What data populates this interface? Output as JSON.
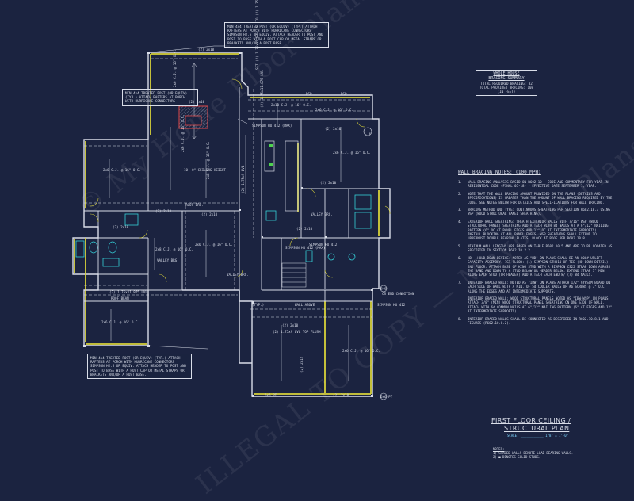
{
  "colors": {
    "background": "#1b2340",
    "line": "#d9dde8",
    "wall_highlight": "#d8d23a",
    "fixture": "#35d0d8",
    "hatch": "#e04a4a",
    "green": "#4fd24f"
  },
  "top_note": "MIN 4x4 TREATED POST (OR EQUIV) (TYP.) ATTACH RAFTERS AT PORCH WITH HURRICANE CONNECTORS SIMPSON H2.5 OR EQUIV. ATTACH HEADER TO POST AND POST TO BASE WITH A POST CAP OR METAL STRAPS OR BRACKETS AND/OR A POST BASE.",
  "left_note_top": "MIN 4x4 TREATED POST (OR EQUIV) (TYP.) ATTACH RAFTERS AT PORCH WITH HURRICANE CONNECTORS",
  "left_note_bottom": "MIN 4x4 TREATED POST (OR EQUIV) (TYP.) ATTACH RAFTERS AT PORCH WITH HURRICANE CONNECTORS SIMPSON H2.5 OR EQUIV. ATTACH HEADER TO POST AND POST TO BASE WITH A POST CAP OR METAL STRAPS OR BRACKETS AND/OR A POST BASE.",
  "summary": {
    "title_1": "WHOLE HOUSE",
    "title_2": "BRACING SUMMARY",
    "line_1": "TOTAL REQUIRED BRACING: 32",
    "line_2": "TOTAL PROVIDED BRACING: 108",
    "line_3": "(IN FEET)"
  },
  "wall_bracing_notes": {
    "title": "WALL BRACING NOTES: (100 MPH)",
    "items": [
      {
        "n": "1.",
        "text": "WALL BRACING ANALYSIS BASED ON R602.10 - CODE AND COMMENTARY FOR YEAR IN RESIDENTIAL CODE (FINAL 05-18) - EFFECTIVE DATE SEPTEMBER 1, YEAR."
      },
      {
        "n": "2.",
        "text": "NOTE THAT THE WALL BRACING AMOUNT PROVIDED ON THE PLANS (DETAILS AND SPECIFICATIONS) IS GREATER THAN THE AMOUNT OF WALL BRACING REQUIRED BY THE CODE. SEE NOTES BELOW FOR DETAILS AND SPECIFICATIONS FOR WALL BRACING."
      },
      {
        "n": "3.",
        "text": "BRACING METHOD AND TYPE: CONTINUOUS SHEATHING PER SECTION R602.10.3 USING WSP (WOOD STRUCTURAL PANEL SHEATHING)."
      },
      {
        "n": "4.",
        "text": "EXTERIOR WALL SHEATHING: SHEATH EXTERIOR WALLS WITH 7/16\" WSP (WOOD STRUCTURAL PANEL) SHEATHING AND ATTACH WITH 8d NAILS AT A 6\"/12\" NAILING PATTERN (6\" OC AT PANEL EDGES AND 12\" OC AT INTERMEDIATE SUPPORTS). INSTALL BLOCKING AT ALL PANEL EDGES. WSP SHEATHING SHALL EXTEND TO UPPERMOST DOUBLE BEARING PLATES. BLOCK AT ROOF PER R602.10.8."
      },
      {
        "n": "5.",
        "text": "MINIMUM WALL LENGTHS ARE BASED ON TABLE R602.10.5 AND ARE TO BE LOCATED AS SPECIFIED IN SECTION R602.10.2.2."
      },
      {
        "n": "6.",
        "text": "HD - HOLD DOWN DEVICE: NOTED AS \"HD\" ON PLANS SHALL BE AN 800# UPLIFT CAPACITY ASSEMBLY.",
        "extra": "1ST FLOOR: (1) SIMPSON STHD10 OR TIE (HD DOWN DETAIL). 2ND FLOOR: ATTACH BASE OF KING STUD WITH A SIMPSON CS22 STRAP DOWN ACROSS THE BAND AND DOWN TO A STUD BELOW OR HEADER BELOW. EXTEND STRAP 7\" MIN. ALONG EACH STUD (OR HEADER) AND ATTACH EACH END W/ (7) 8d NAILS."
      },
      {
        "n": "7.",
        "text": "INTERIOR BRACED WALL: NOTED AS \"IBW\" ON PLANS ATTACH 1/2\" GYPSUM BOARD ON EACH SIDE OF WALL WITH A MIN. OF 5d COOLER NAILS OR #6 SCREWS @ 7\" O.C. ALONG THE EDGES AND AT INTERMEDIATE SUPPORTS."
      },
      {
        "n": "",
        "text": "INTERIOR BRACED WALL: WOOD STRUCTURAL PANELS NOTED AS \"IBW-WSP\" ON PLANS ATTACH 3/8\" (MIN) WOOD STRUCTURAL PANEL SHEATHING ON ONE SIDE OF WALL. ATTACH WITH 6d COMMON NAILS AT 6\"/12\" NAILING PATTERN (6\" AT EDGES AND 12\" AT INTERMEDIATE SUPPORTS)."
      },
      {
        "n": "8.",
        "text": "INTERIOR BRACED WALLS SHALL BE CONNECTED AS DESCRIBED IN R602.10.8.1 AND FIGURES (R602.10.8.2)."
      }
    ]
  },
  "plan_title_1": "FIRST FLOOR CEILING /",
  "plan_title_2": "STRUCTURAL PLAN",
  "scale": "SCALE: ____________ 1/8\" = 1'-0\"",
  "legend": {
    "head": "NOTES:",
    "line_1": "1) SHADED WALLS DENOTE LOAD BEARING WALLS.",
    "line_2": "2) ■ DENOTES SOLID STUDS."
  },
  "watermark_1": "© My Home Floor Plans ® Constructions",
  "watermark_2": "ILLEGAL TO COPY — Maybelle Plans",
  "labels": [
    {
      "id": "joist-top",
      "t": "(2) 2x10"
    },
    {
      "id": "joist-top2",
      "t": "2x6 C.J. @ 16\" O.C."
    },
    {
      "id": "lvl-a",
      "t": "SET (2) 1.75x11.875 LVL TO (2) 1.75x9 LVL"
    },
    {
      "id": "simpson-a",
      "t": "SIMPSON HU 412 (MAX)"
    },
    {
      "id": "lvl-b",
      "t": "(2) 1.75x11.875 LVL"
    },
    {
      "id": "dsp1",
      "t": "DSP"
    },
    {
      "id": "dsp2",
      "t": "DSP"
    },
    {
      "id": "cj-a",
      "t": "2x10 C.J. @ 16\" O.C."
    },
    {
      "id": "cj-b",
      "t": "2x6 C.J. @ 16\" O.C."
    },
    {
      "id": "cj-c",
      "t": "2x6 C.J. @ 16\" O.C."
    },
    {
      "id": "cj-d",
      "t": "2x8 C.J. @ 16\" O.C."
    },
    {
      "id": "cj-e",
      "t": "2x6 C.J. @ 16\" O.C."
    },
    {
      "id": "ceil",
      "t": "10'-0\" CEILING HEIGHT"
    },
    {
      "id": "two10-a",
      "t": "(2) 2x10"
    },
    {
      "id": "two10-b",
      "t": "(2) 2x10"
    },
    {
      "id": "two10-c",
      "t": "(2) 2x10"
    },
    {
      "id": "two10-d",
      "t": "(2) 2x10"
    },
    {
      "id": "two10-e",
      "t": "(2) 2x10"
    },
    {
      "id": "two10-f",
      "t": "(2) 2x10"
    },
    {
      "id": "two10-g",
      "t": "(2) 2x10"
    },
    {
      "id": "lvl-c",
      "t": "(2) 1.75x11.875 LVL"
    },
    {
      "id": "lvl-d",
      "t": "(2) 1.75x9 LVL"
    },
    {
      "id": "roof-brg",
      "t": "ROOF BRG."
    },
    {
      "id": "valley-a",
      "t": "VALLEY BRG."
    },
    {
      "id": "valley-b",
      "t": "VALLEY BRG."
    },
    {
      "id": "valley-c",
      "t": "VALLEY BRG."
    },
    {
      "id": "simpson-b",
      "t": "SIMPSON HU 412"
    },
    {
      "id": "simpson-c",
      "t": "SIMPSON HU 412 (MAX)"
    },
    {
      "id": "simpson-d",
      "t": "SIMPSON HU 412"
    },
    {
      "id": "roof-beam",
      "t": "ROOF BEAM"
    },
    {
      "id": "wall-above",
      "t": "WALL ABOVE"
    },
    {
      "id": "top-flush",
      "t": "(2) 1.75x9 LVL TOP FLUSH"
    },
    {
      "id": "cs-end",
      "t": "CS END CONDITION"
    },
    {
      "id": "typ",
      "t": "(TYP.)"
    },
    {
      "id": "cj-f",
      "t": "2x6 C.J. @ 16\" O.C."
    },
    {
      "id": "cj-g",
      "t": "2x6 C.J. @ 16\" O.C."
    },
    {
      "id": "cj-h",
      "t": "2x8 C.J. @ 16\" O.C."
    },
    {
      "id": "cj-i",
      "t": "2x6 C.J. @ 16\" O.C."
    },
    {
      "id": "cj-j",
      "t": "2x6 C.J. @ 16\" O.C."
    },
    {
      "id": "porch-a",
      "t": "(2) 2x10"
    },
    {
      "id": "porch-b",
      "t": "(2) 2x12"
    },
    {
      "id": "porch-c",
      "t": "(2) 2x10"
    },
    {
      "id": "post-a",
      "t": "6x6 PT"
    },
    {
      "id": "post-b",
      "t": "6x6 PT"
    },
    {
      "id": "circ-a",
      "t": "C 9"
    },
    {
      "id": "circ-b",
      "t": "C 9"
    }
  ]
}
